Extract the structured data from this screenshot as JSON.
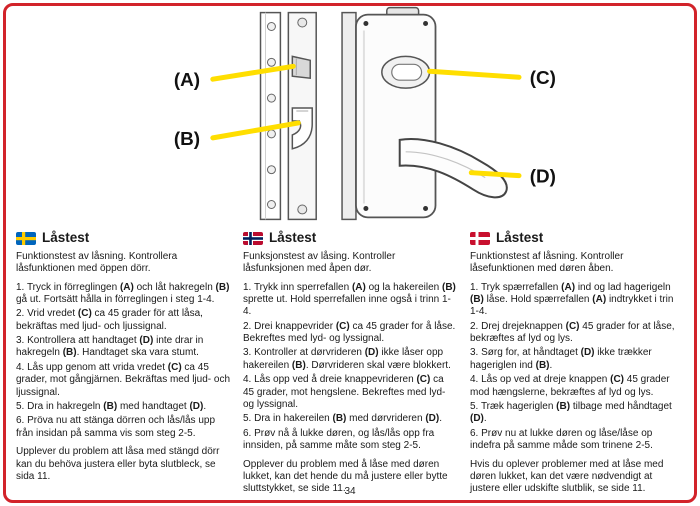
{
  "illustration": {
    "labels": [
      {
        "id": "A",
        "text": "(A)"
      },
      {
        "id": "B",
        "text": "(B)"
      },
      {
        "id": "C",
        "text": "(C)"
      },
      {
        "id": "D",
        "text": "(D)"
      }
    ]
  },
  "columns": [
    {
      "flag_icon": "sweden-flag-icon",
      "title": "Låstest",
      "intro": "Funktionstest av låsning. Kontrollera låsfunktionen med öppen dörr.",
      "steps": [
        "1. Tryck in förreglingen (A) och låt hakregeln (B) gå ut. Fortsätt hålla in förreglingen i steg 1-4.",
        "2. Vrid vredet (C) ca 45 grader för att låsa, bekräftas med ljud- och ljussignal.",
        "3. Kontrollera att handtaget (D) inte drar in hakregeln (B). Handtaget ska vara stumt.",
        "4. Lås upp genom att vrida vredet (C) ca 45 grader, mot gångjärnen. Bekräftas med ljud- och ljussignal.",
        "5. Dra in hakregeln (B) med handtaget (D).",
        "6. Pröva nu att stänga dörren och lås/lås upp från insidan på samma vis som steg 2-5."
      ],
      "footer": "Upplever du problem att låsa med stängd dörr kan du behöva justera eller byta slutbleck, se sida 11."
    },
    {
      "flag_icon": "norway-flag-icon",
      "title": "Låstest",
      "intro": "Funksjonstest av låsing. Kontroller låsfunksjonen med åpen dør.",
      "steps": [
        "1. Trykk inn sperrefallen (A) og la hakereilen (B) sprette ut. Hold sperrefallen inne også i trinn 1-4.",
        "2. Drei knappevrider (C) ca 45 grader for å låse. Bekreftes med lyd- og lyssignal.",
        "3. Kontroller at dørvrideren (D) ikke låser opp hakereilen (B). Dørvrideren skal være blokkert.",
        "4. Lås opp ved å dreie knappevrideren (C) ca 45 grader, mot hengslene. Bekreftes med lyd- og lyssignal.",
        "5. Dra in hakereilen (B) med dørvrideren (D).",
        "6. Prøv nå å lukke døren, og lås/lås opp fra innsiden, på samme måte som steg 2-5."
      ],
      "footer": "Opplever du problem med å låse med døren lukket, kan det hende du må justere eller bytte sluttstykket, se side 11."
    },
    {
      "flag_icon": "denmark-flag-icon",
      "title": "Låstest",
      "intro": "Funktionstest af låsning. Kontroller låsefunktionen med døren åben.",
      "steps": [
        "1. Tryk spærrefallen (A) ind og lad hagerigeln (B) låse. Hold spærrefallen (A) indtrykket i trin 1-4.",
        "2. Drej drejeknappen (C) 45 grader for at låse, bekræftes af lyd og lys.",
        "3. Sørg for, at håndtaget (D) ikke trækker hageriglen ind (B).",
        "4. Lås op ved at dreje knappen (C) 45 grader mod hængslerne, bekræftes af lyd og lys.",
        "5. Træk hageriglen (B) tilbage med håndtaget (D).",
        "6. Prøv nu at lukke døren og låse/låse op indefra på samme måde som trinene 2-5."
      ],
      "footer": "Hvis du oplever problemer med at låse med døren lukket, kan det være nødvendigt at justere eller udskifte slutblik, se side 11."
    }
  ],
  "page_number": "34",
  "colors": {
    "border_red": "#d2232a",
    "callout_yellow": "#ffde00",
    "flag_sweden_blue": "#0065bd",
    "flag_sweden_yellow": "#fecc00",
    "flag_norway_red": "#ba0c2f",
    "flag_norway_blue": "#00205b",
    "flag_denmark_red": "#c8102e"
  }
}
